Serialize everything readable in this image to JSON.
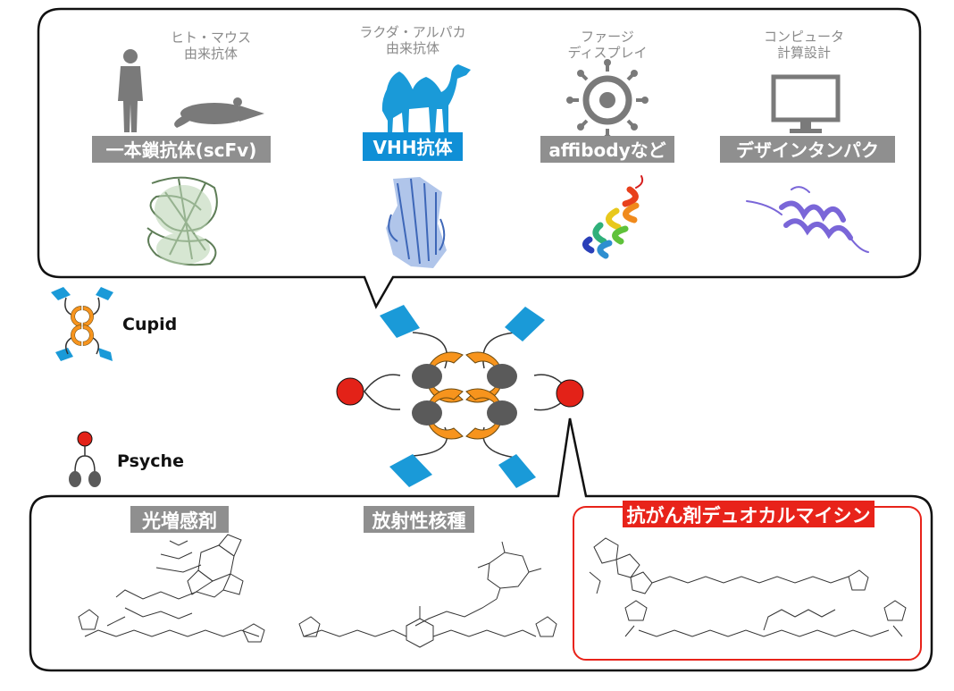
{
  "top_panel": {
    "items": [
      {
        "caption_lines": [
          "ヒト・マウス",
          "由来抗体"
        ],
        "label": "一本鎖抗体(scFv)",
        "icon": "human-and-mouse-icon"
      },
      {
        "caption_lines": [
          "ラクダ・アルパカ",
          "由来抗体"
        ],
        "label": "VHH抗体",
        "icon": "camel-icon"
      },
      {
        "caption_lines": [
          "ファージ",
          "ディスプレイ"
        ],
        "label": "affibodyなど",
        "icon": "phage-icon"
      },
      {
        "caption_lines": [
          "コンピュータ",
          "計算設計"
        ],
        "label": "デザインタンパク",
        "icon": "computer-monitor-icon"
      }
    ]
  },
  "legend": {
    "cupid_label": "Cupid",
    "psyche_label": "Psyche"
  },
  "bottom_panel": {
    "items": [
      {
        "label": "光増感剤"
      },
      {
        "label": "放射性核種"
      },
      {
        "label": "抗がん剤デュオカルマイシン"
      }
    ]
  },
  "colors": {
    "binder_blue": "#1a9ad8",
    "cupid_orange": "#f7941d",
    "psyche_red": "#e32218",
    "label_gray": "#8f8f8f",
    "vhh_label_blue": "#0f8fd6",
    "drug_label_red": "#e8231a"
  }
}
